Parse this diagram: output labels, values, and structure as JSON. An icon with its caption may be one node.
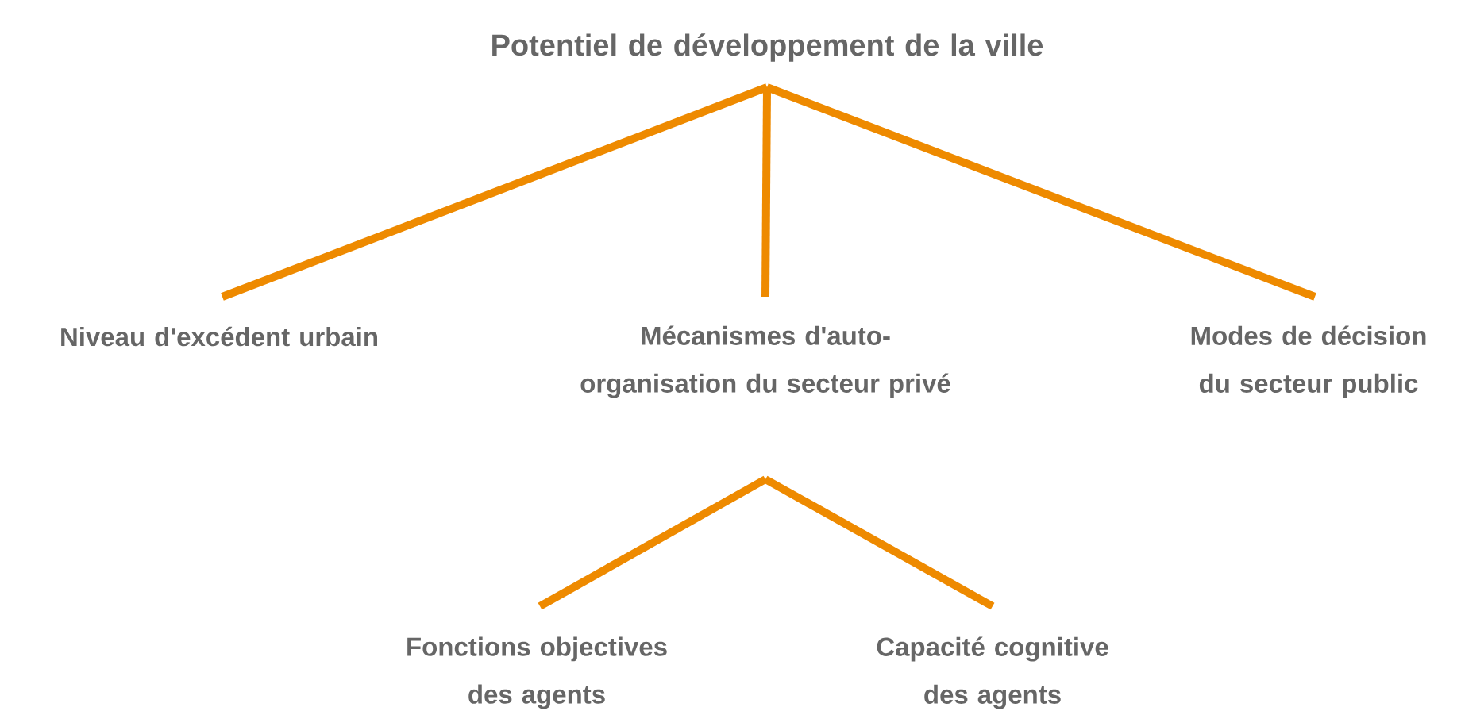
{
  "diagram": {
    "nodes": [
      {
        "text": [
          "Potentiel de développement de la ville"
        ]
      },
      {
        "text": [
          "Niveau d'excédent urbain"
        ]
      },
      {
        "text": [
          "Mécanismes d'auto-organisation du secteur privé"
        ]
      },
      {
        "text": [
          "Modes de décision du secteur public"
        ]
      },
      {
        "text": [
          "Fonctions objectives des agents"
        ]
      },
      {
        "text": [
          "Capacité cognitive des agents"
        ]
      }
    ],
    "edges": [
      {
        "from": 0,
        "to": 1,
        "arrow": "none"
      },
      {
        "from": 0,
        "to": 2,
        "arrow": "none"
      },
      {
        "from": 0,
        "to": 3,
        "arrow": "none"
      },
      {
        "from": 2,
        "to": 4,
        "arrow": "none"
      },
      {
        "from": 2,
        "to": 5,
        "arrow": "none"
      }
    ]
  }
}
